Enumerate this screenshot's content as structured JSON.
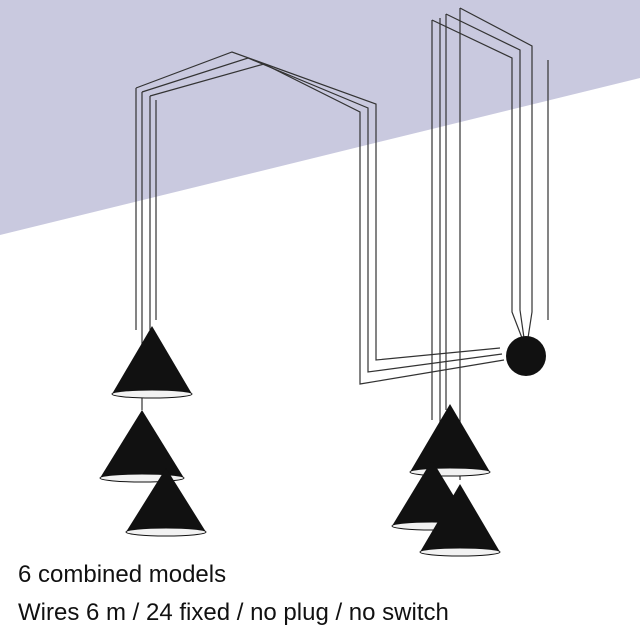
{
  "caption": {
    "line1": "6 combined models",
    "line2": "Wires 6 m / 24 fixed / no plug / no switch"
  },
  "colors": {
    "ceiling": "#c9c9df",
    "lamp_shade": "#111111",
    "lamp_rim": "#f2f2f2",
    "wire": "#333333",
    "background": "#ffffff"
  },
  "product": {
    "lamp_count": 6,
    "shade_shape": "cone",
    "hub": "black round ceiling junction"
  }
}
